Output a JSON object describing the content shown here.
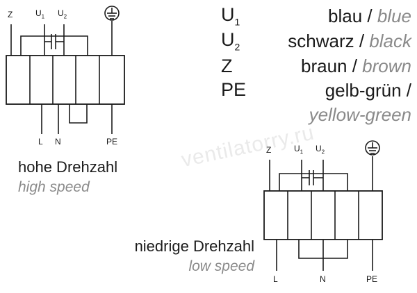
{
  "watermark": "ventilatorry.ru",
  "legend": [
    {
      "code": "U",
      "sub": "1",
      "de": "blau",
      "sep": " / ",
      "en": "blue"
    },
    {
      "code": "U",
      "sub": "2",
      "de": "schwarz",
      "sep": " / ",
      "en": "black"
    },
    {
      "code": "Z",
      "sub": "",
      "de": "braun",
      "sep": " / ",
      "en": "brown"
    },
    {
      "code": "PE",
      "sub": "",
      "de": "gelb-grün /",
      "sep": "",
      "en": "yellow-green"
    }
  ],
  "high": {
    "caption_de": "hohe Drehzahl",
    "caption_en": "high speed",
    "top_labels": {
      "z": "Z",
      "u": "U",
      "u1sub": "1",
      "u2sub": "2"
    },
    "bottom_labels": {
      "l": "L",
      "n": "N",
      "pe": "PE"
    }
  },
  "low": {
    "caption_de": "niedrige Drehzahl",
    "caption_en": "low speed",
    "top_labels": {
      "z": "Z",
      "u": "U",
      "u1sub": "1",
      "u2sub": "2"
    },
    "bottom_labels": {
      "l": "L",
      "n": "N",
      "pe": "PE"
    }
  },
  "icons": {
    "ground": "ground-symbol-icon",
    "capacitor": "capacitor-icon"
  }
}
